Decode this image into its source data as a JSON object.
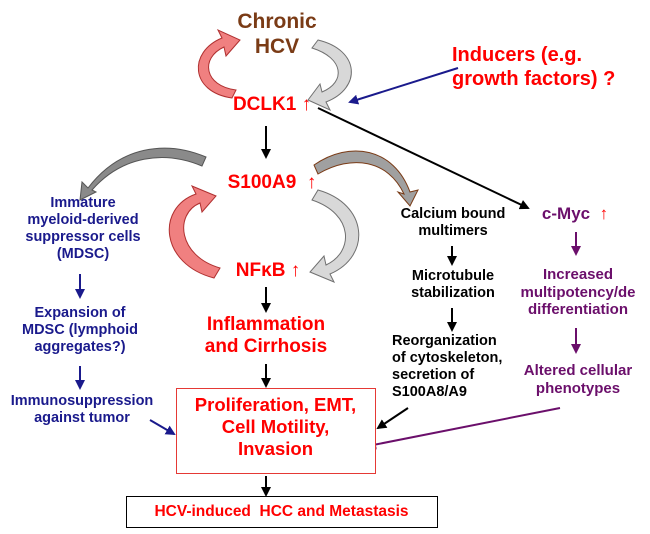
{
  "nodes": {
    "chronic_hcv": {
      "line1": "Chronic",
      "line2": "HCV"
    },
    "inducers": {
      "line1": "Inducers (e.g.",
      "line2": "growth factors) ?"
    },
    "dclk1": "DCLK1",
    "s100a9": "S100A9",
    "nfkb": "NFκB",
    "cmyc": "c-Myc",
    "up_arrow": "↑",
    "mdsc": [
      "Immature",
      "myeloid-derived",
      "suppressor cells",
      "(MDSC)"
    ],
    "expansion": [
      "Expansion of",
      "MDSC (lymphoid",
      "aggregates?)"
    ],
    "immuno": [
      "Immunosuppression",
      "against tumor"
    ],
    "calcium": [
      "Calcium bound",
      "multimers"
    ],
    "microtubule": [
      "Microtubule",
      "stabilization"
    ],
    "reorg": [
      "Reorganization",
      "of cytoskeleton,",
      "secretion of",
      "S100A8/A9"
    ],
    "multipotency": [
      "Increased",
      "multipotency/de",
      "differentiation"
    ],
    "altered": [
      "Altered cellular",
      "phenotypes"
    ],
    "inflammation": [
      "Inflammation",
      "and Cirrhosis"
    ],
    "proliferation": [
      "Proliferation, EMT,",
      "Cell Motility,",
      "Invasion"
    ],
    "hcc": "HCV-induced  HCC and Metastasis"
  },
  "colors": {
    "red": "#ff0000",
    "brown": "#7a3b16",
    "navy": "#1a1a8c",
    "purple": "#6b0f6b",
    "black": "#000000"
  }
}
